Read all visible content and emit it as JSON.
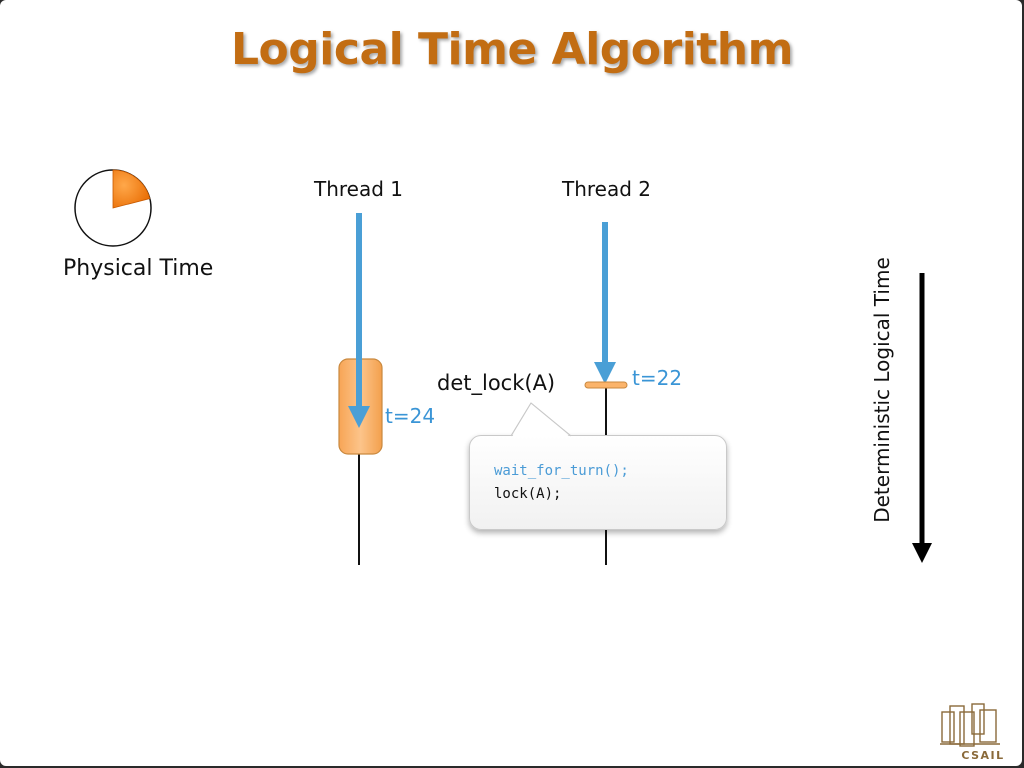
{
  "title": "Logical Time Algorithm",
  "physical_time": {
    "label": "Physical Time",
    "elapsed_fraction": 0.21
  },
  "threads": [
    {
      "name": "Thread 1",
      "time_label": "t=24"
    },
    {
      "name": "Thread 2",
      "time_label": "t=22"
    }
  ],
  "lock_call": "det_lock(A)",
  "callout": {
    "line1": "wait_for_turn();",
    "line2": "lock(A);"
  },
  "axis": {
    "label": "Deterministic Logical Time"
  },
  "logo": {
    "text": "CSAIL"
  },
  "colors": {
    "title": "#c26d13",
    "arrow": "#4a9fd6",
    "lock_fill": "#fbb46b",
    "clock_wedge": "#f07a10"
  }
}
